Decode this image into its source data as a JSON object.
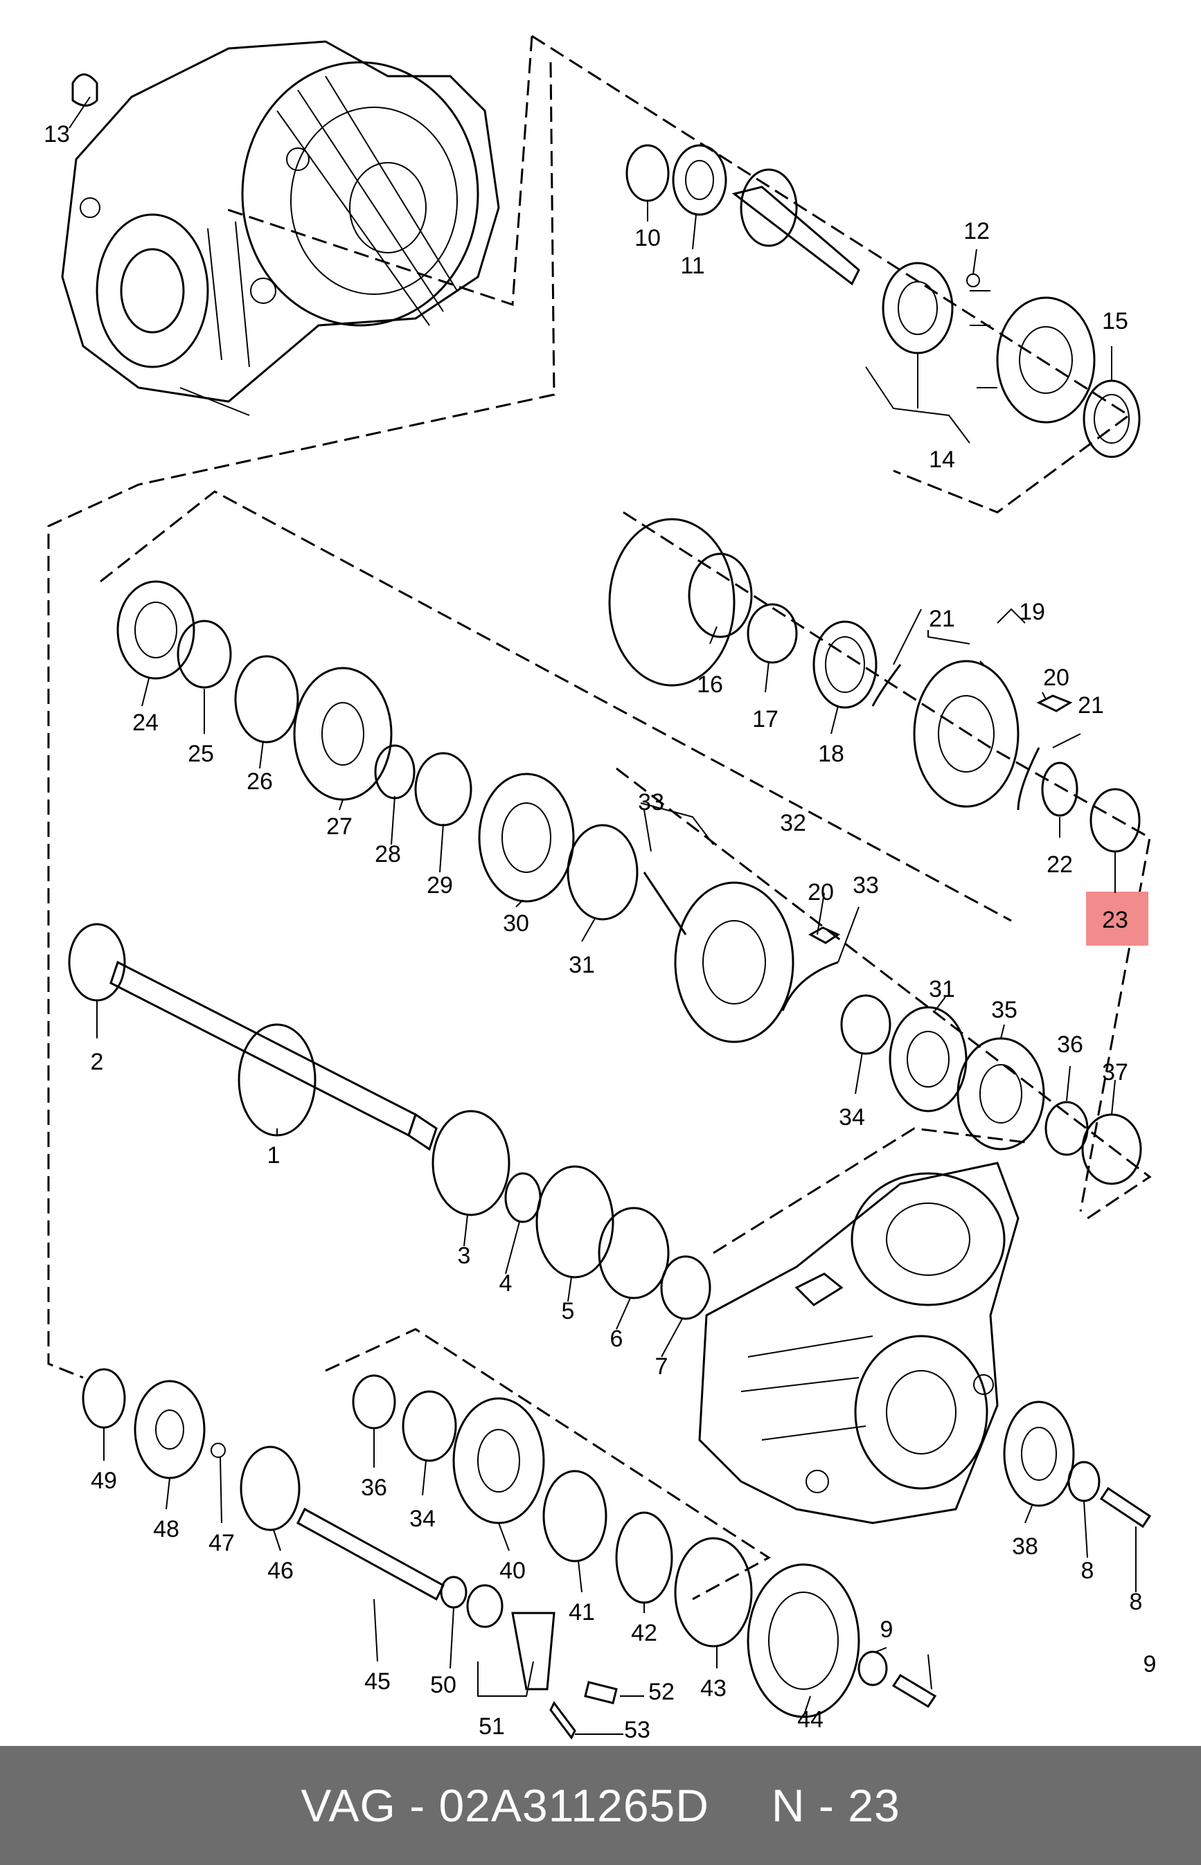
{
  "diagram": {
    "highlighted_part": "23",
    "highlight_color": "#f28b8b",
    "labels": [
      "1",
      "2",
      "3",
      "4",
      "5",
      "6",
      "7",
      "8",
      "8",
      "9",
      "9",
      "10",
      "11",
      "12",
      "13",
      "14",
      "15",
      "16",
      "17",
      "18",
      "19",
      "20",
      "20",
      "21",
      "21",
      "22",
      "23",
      "24",
      "25",
      "26",
      "27",
      "28",
      "29",
      "30",
      "31",
      "31",
      "32",
      "33",
      "33",
      "34",
      "34",
      "35",
      "36",
      "36",
      "37",
      "38",
      "40",
      "41",
      "42",
      "43",
      "44",
      "45",
      "46",
      "47",
      "48",
      "49",
      "50",
      "51",
      "52",
      "53"
    ]
  },
  "footer": {
    "brand_part": "VAG - 02A311265D",
    "number": "N - 23",
    "background": "#6d6d6d"
  }
}
